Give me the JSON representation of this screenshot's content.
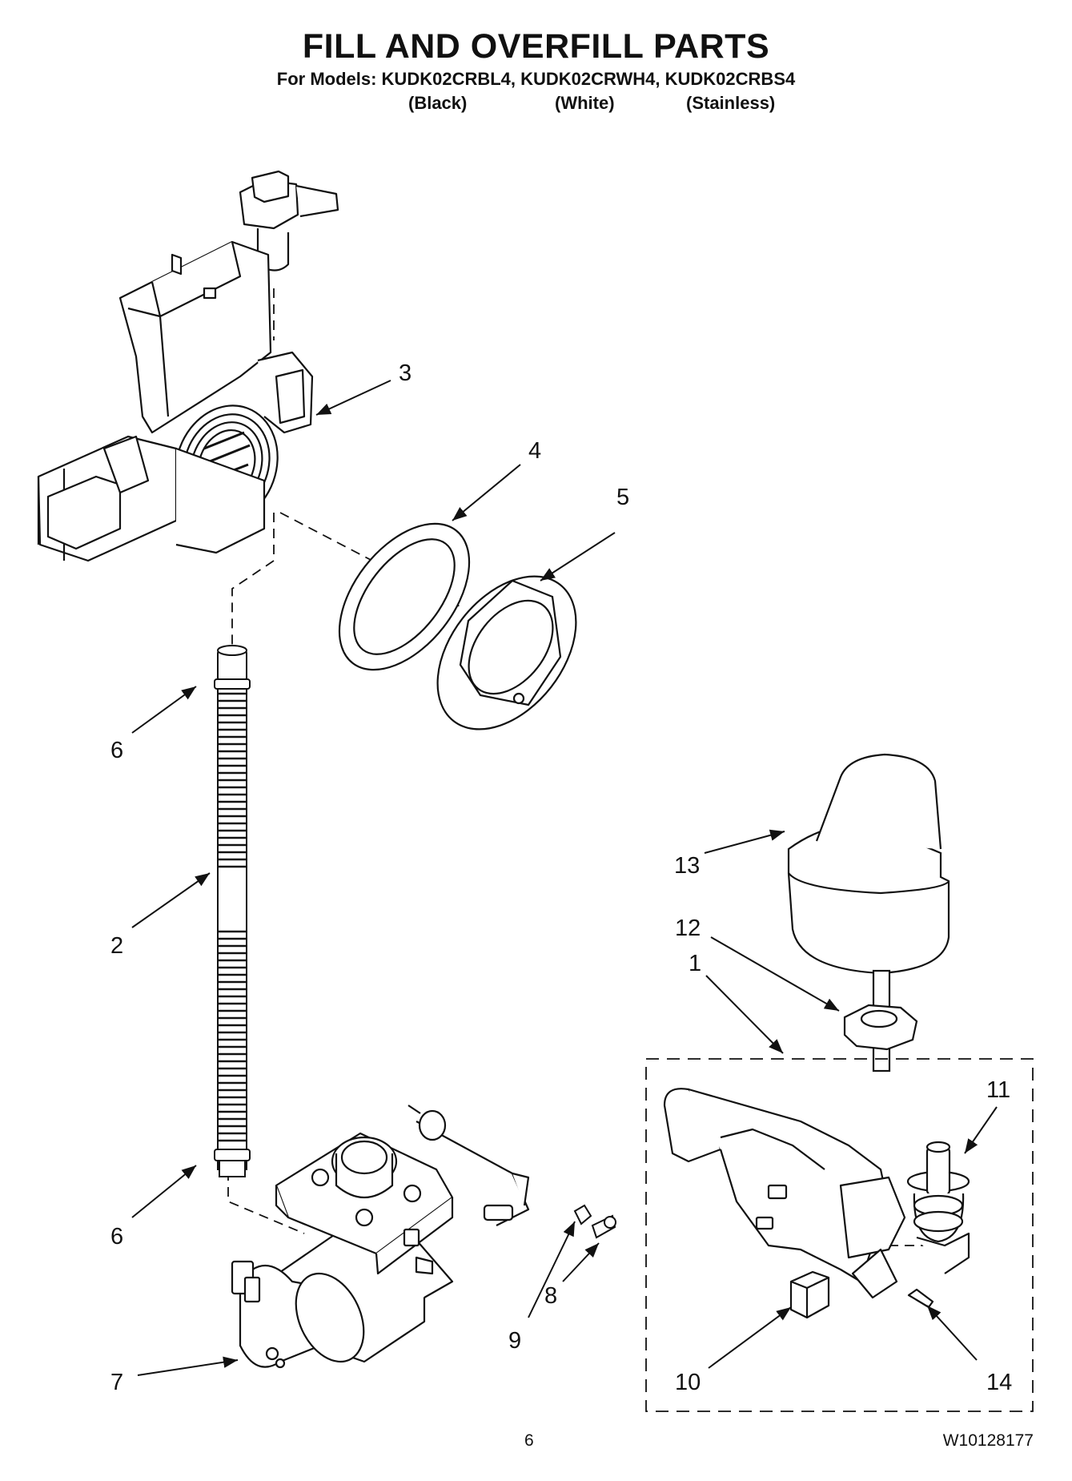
{
  "header": {
    "title": "FILL AND OVERFILL PARTS",
    "models_line": "For Models: KUDK02CRBL4, KUDK02CRWH4, KUDK02CRBS4",
    "variants": [
      "(Black)",
      "(White)",
      "(Stainless)"
    ]
  },
  "callouts": [
    "3",
    "4",
    "5",
    "6",
    "2",
    "6",
    "7",
    "9",
    "8",
    "13",
    "12",
    "1",
    "11",
    "10",
    "14"
  ],
  "footer": {
    "page_number": "6",
    "document_number": "W10128177"
  }
}
